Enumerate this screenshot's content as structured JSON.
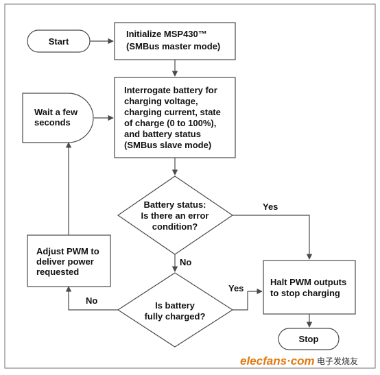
{
  "nodes": {
    "start": {
      "text": "Start"
    },
    "init": {
      "lines": [
        "Initialize MSP430™",
        "(SMBus master mode)"
      ]
    },
    "interrogate": {
      "lines": [
        "Interrogate battery for",
        "charging voltage,",
        "charging current, state",
        "of charge (0 to 100%),",
        "and battery status",
        "(SMBus slave mode)"
      ]
    },
    "wait": {
      "lines": [
        "Wait a few",
        "seconds"
      ]
    },
    "error_decision": {
      "lines": [
        "Battery status:",
        "Is there an error",
        "condition?"
      ]
    },
    "adjust": {
      "lines": [
        "Adjust PWM to",
        "deliver power",
        "requested"
      ]
    },
    "charged_decision": {
      "lines": [
        "Is battery",
        "fully charged?"
      ]
    },
    "halt": {
      "lines": [
        "Halt PWM outputs",
        "to stop charging"
      ]
    },
    "stop": {
      "text": "Stop"
    }
  },
  "edges": {
    "error_yes": "Yes",
    "error_no": "No",
    "charged_yes": "Yes",
    "charged_no": "No"
  },
  "watermark": {
    "brand": "elecfans",
    "dot": "·",
    "tld": "com",
    "cn": "电子发烧友"
  },
  "colors": {
    "stroke": "#4a4a4a",
    "frame": "#707070",
    "watermark_orange": "#e07a10"
  }
}
